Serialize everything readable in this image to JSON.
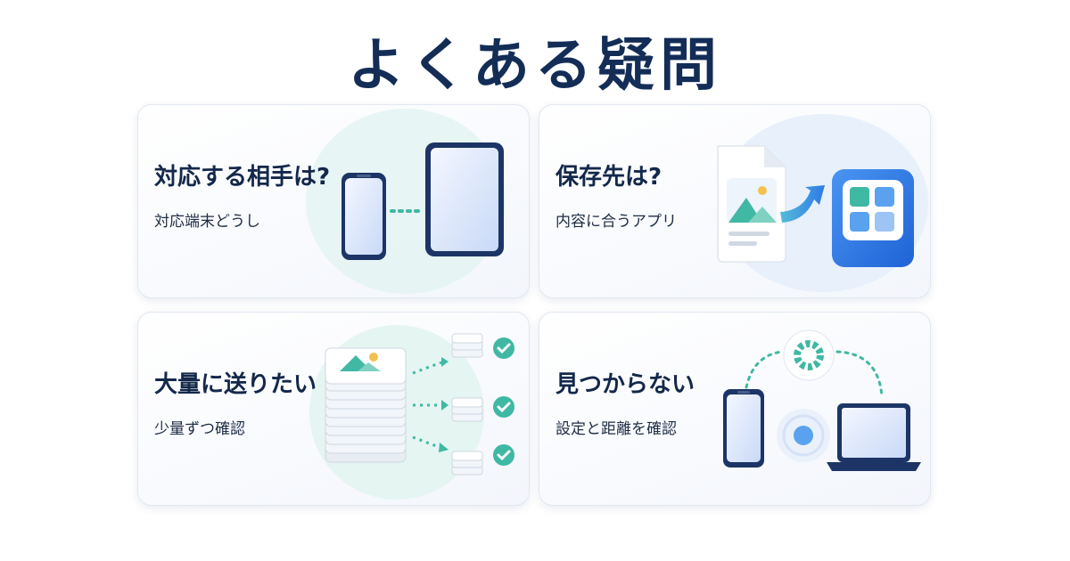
{
  "page": {
    "title": "よくある疑問"
  },
  "cards": [
    {
      "title": "対応する相手は?",
      "subtitle": "対応端末どうし",
      "illustration": "phone-tablet-icon"
    },
    {
      "title": "保存先は?",
      "subtitle": "内容に合うアプリ",
      "illustration": "file-to-app-icon"
    },
    {
      "title": "大量に送りたい",
      "subtitle": "少量ずつ確認",
      "illustration": "batch-send-icon"
    },
    {
      "title": "見つからない",
      "subtitle": "設定と距離を確認",
      "illustration": "device-search-icon"
    }
  ],
  "colors": {
    "title": "#132d57",
    "device_frame": "#1c3566",
    "teal": "#3fb8a4",
    "blue": "#2f7be6"
  }
}
